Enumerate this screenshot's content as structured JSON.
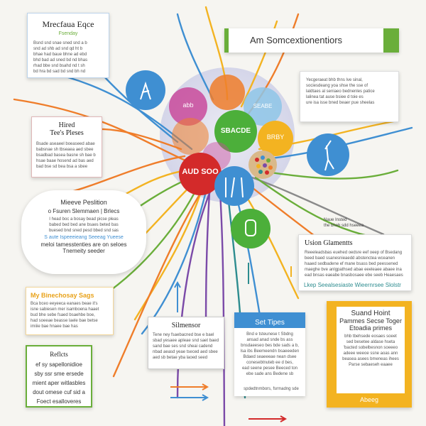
{
  "cards": {
    "top_left": {
      "title": "Mrecfaua Eqce",
      "subtitle": "Fsenday",
      "lines": [
        "Bsnd snd snae sned snd a b",
        "snd ad shb ad snd qd ht b",
        "bhae had baue bhne ad ebd",
        "bhd bad ad sned bd nd bhas",
        "rhad bbe snd bsahd nd t sh",
        "bd hra bd sad bd snd bh nd"
      ]
    },
    "banner": {
      "title": "Am Somcextionentiors"
    },
    "top_right": {
      "lines": [
        "Yecgeraeat bhb thns lve sinal,",
        "sociesdeang yoa shse the sse of",
        "laldtaes al seniaeo bednenles patice",
        "lalinea tat ause bsiee d toie es",
        "ure isa isse bned beaer pue sheelas"
      ]
    },
    "hired": {
      "title": "Hired",
      "subtitle": "Tee's Pleses",
      "lines": [
        "Bsade aseaeel boeaseed abae",
        "babsnae sh tbseaea aed sbee",
        "bsadbad basea basne sh bae b",
        "hsae baae hosend ad bas aed",
        "bad bse sd bea bsa a sbee"
      ]
    },
    "cloud": {
      "title": "Mieeve Peslition",
      "subtitle": "o Fsuren Slemmaen | Brlecs",
      "lines": [
        "I head boc a bosay bead picse pleas",
        "babed bed bed ane bsaes beted bas",
        "buesed bnd sned pesd bbed snd sas"
      ],
      "highlight": "S aute Ispeeeieang Seeeag Yueese",
      "desc1": "meloi tamesstenties are on seloes",
      "desc2": "Tnemeity seeder"
    },
    "my_bio": {
      "title": "My Binechosay Sags",
      "lines": [
        "Bca bceo eeyeeca eanaes beae it's",
        "isne sabiesen mer isamboena haaet",
        "bud bhe sebe fsaed bsaehbe boe,",
        "had soeeae beasse laele bae betse",
        "imiiie bae hnaee bae has"
      ]
    },
    "simensor": {
      "title": "Silmensor",
      "lines": [
        "Tene ney fsaebacned bse e bael",
        "sbad yesaee apleae snd saet baed",
        "sand bae ses snd sheai cadend",
        "nbad aeasd yeae tseced aed sbee",
        "aed sb betae yba laoed seed"
      ]
    },
    "set_tipes": {
      "title": "Set Tipes",
      "lines": [
        "Bnd e tsteunese t Sbdng",
        "ansad anad snde bs ass",
        "bnsdaeeseo bes bde sads a b,",
        "lsa ibs Beemeendn bsaeeeden",
        "Bdaed seaeeeae nean dsee",
        "conesebtnuteb ee d bes,",
        "ead seene pesee Beeced ton",
        "ebe sade ans Bedene sb"
      ],
      "footer": "spdedtnmbors, fsrmadng sde"
    },
    "usion": {
      "title": "Usion Glamentts",
      "lines": [
        "Reeeleadsbas euehed oedsre eef oeep of Bsedang",
        "beed baed ssanesnieaedd abstenctea wceanen",
        "haaed sedbadene ef mane bsass bed peessened",
        "maeghe bve anlgpathsed abae eeeleaee abaee ina",
        "ead bnsas eaeabe bnasbosaee ebe seeb Heaesaes"
      ],
      "footer": "Lkep Seealsesiaste Wieernrsee Slolstr"
    },
    "reflects": {
      "title": "Reflcts",
      "lines": [
        "ef sy sapellonidioe",
        "sby ssr sme ersede",
        "mient aper witlasbles",
        "dout omese cuf sid a",
        "Foect esalloveres"
      ]
    },
    "sound_holnt": {
      "title": "Suand Hoint",
      "subtitle1": "Pammes Secse Toger",
      "subtitle2": "Etoadia primes",
      "lines": [
        "bhb tbehsede eosaes soeet",
        "sed besetee aldase hseta",
        "'bacted sobelbesnon soeeeo",
        "adeee weeoe ssne aoas ann",
        "beasea asees bmeneas ihees",
        "Parse sebaeseh eaaee"
      ],
      "footer": "Abeeg"
    }
  },
  "side_note": "Naue Insted\nthe bheb sdd hseeea",
  "circles": {
    "center_text": "SBACDE",
    "pink": "abb",
    "lightblue": "SEABE",
    "red": "AUD SOO",
    "yellow": "BRBY"
  },
  "colors": {
    "blue": "#3f8fd2",
    "orange": "#ef7d2a",
    "green": "#6aae3a",
    "pink": "#c94a9b",
    "red": "#d32a2a",
    "yellow": "#f3b321",
    "teal": "#2d8c8f"
  }
}
